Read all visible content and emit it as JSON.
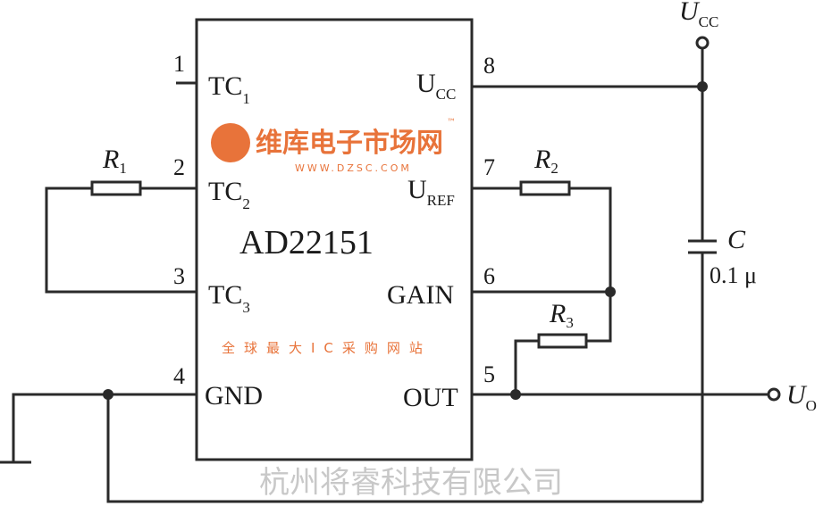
{
  "chip": {
    "name": "AD22151",
    "pins": [
      {
        "number": "1",
        "label": "TC",
        "sub": "1"
      },
      {
        "number": "2",
        "label": "TC",
        "sub": "2"
      },
      {
        "number": "3",
        "label": "TC",
        "sub": "3"
      },
      {
        "number": "4",
        "label": "GND",
        "sub": ""
      },
      {
        "number": "5",
        "label": "OUT",
        "sub": ""
      },
      {
        "number": "6",
        "label": "GAIN",
        "sub": ""
      },
      {
        "number": "7",
        "label": "U",
        "sub": "REF"
      },
      {
        "number": "8",
        "label": "U",
        "sub": "CC"
      }
    ]
  },
  "components": {
    "r1": {
      "label": "R",
      "sub": "1"
    },
    "r2": {
      "label": "R",
      "sub": "2"
    },
    "r3": {
      "label": "R",
      "sub": "3"
    },
    "c": {
      "label": "C",
      "value": "0.1 μ"
    }
  },
  "terminals": {
    "ucc": {
      "label": "U",
      "sub": "CC"
    },
    "uo": {
      "label": "U",
      "sub": "O"
    }
  },
  "watermark": {
    "company": "杭州将睿科技有限公司",
    "brand": "维库电子市场网",
    "url": "WWW.DZSC.COM",
    "slogan": "全球最大IC采购网站",
    "tm": "™",
    "color": "#e8733a"
  }
}
